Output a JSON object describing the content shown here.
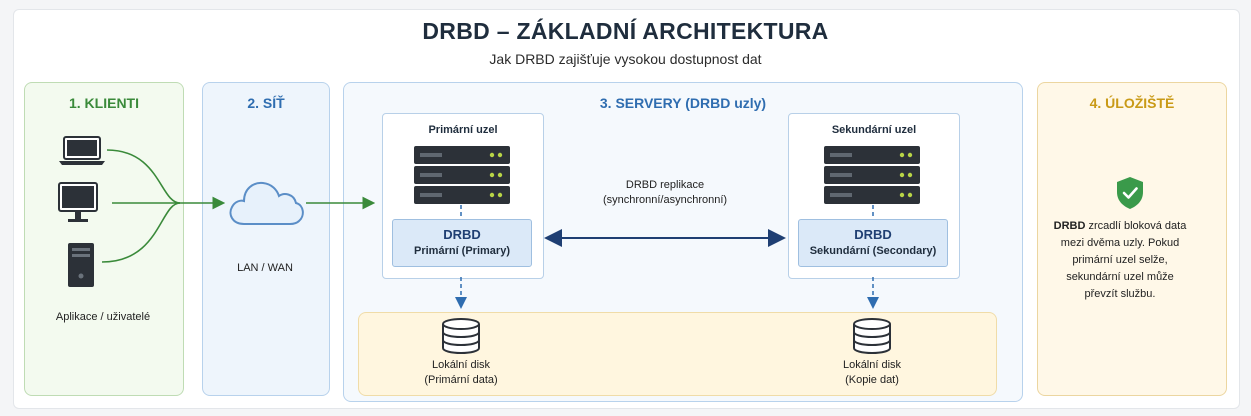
{
  "header": {
    "title": "DRBD – ZÁKLADNÍ ARCHITEKTURA",
    "subtitle": "Jak DRBD zajišťuje vysokou dostupnost dat"
  },
  "panels": {
    "clients": {
      "title": "1. KLIENTI",
      "caption": "Aplikace / uživatelé",
      "color": "#3a8a3a"
    },
    "network": {
      "title": "2. SÍŤ",
      "caption": "LAN / WAN",
      "color": "#2f6db0"
    },
    "servers": {
      "title": "3. SERVERY (DRBD uzly)",
      "color": "#2f6db0"
    },
    "storage": {
      "title": "4. ÚLOŽIŠTĚ",
      "color": "#c99a16",
      "info_bold": "DRBD",
      "info_text": " zrcadlí bloková data mezi dvěma uzly. Pokud primární uzel selže, sekundární uzel může převzít službu."
    }
  },
  "nodes": {
    "primary": {
      "title": "Primární uzel",
      "drbd_label": "DRBD",
      "role": "Primární (Primary)"
    },
    "secondary": {
      "title": "Sekundární uzel",
      "drbd_label": "DRBD",
      "role": "Sekundární (Secondary)"
    }
  },
  "replication": {
    "line1": "DRBD replikace",
    "line2": "(synchronní/asynchronní)"
  },
  "disks": {
    "primary": {
      "line1": "Lokální disk",
      "line2": "(Primární data)"
    },
    "secondary": {
      "line1": "Lokální disk",
      "line2": "(Kopie dat)"
    }
  },
  "colors": {
    "client_line": "#3a8a3a",
    "network_line": "#3a8a3a",
    "replication_arrow": "#1f3f73",
    "dashed_line": "#2f6db0",
    "shield": "#3a9a4a"
  }
}
